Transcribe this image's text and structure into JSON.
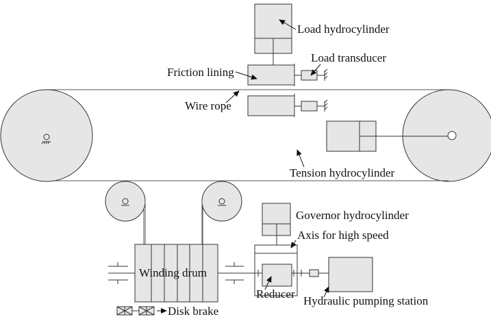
{
  "labels": {
    "load_hydrocylinder": "Load hydrocylinder",
    "load_transducer": "Load transducer",
    "friction_lining": "Friction lining",
    "wire_rope": "Wire rope",
    "tension_hydrocylinder": "Tension hydrocylinder",
    "governor_hydrocylinder": "Governor hydrocylinder",
    "axis_high_speed": "Axis for high speed",
    "winding_drum": "Winding drum",
    "reducer": "Reducer",
    "hydraulic_pumping_station": "Hydraulic pumping station",
    "disk_brake": "Disk brake"
  },
  "colors": {
    "fill": "#e6e6e6",
    "stroke": "#333333",
    "line": "#555555"
  }
}
